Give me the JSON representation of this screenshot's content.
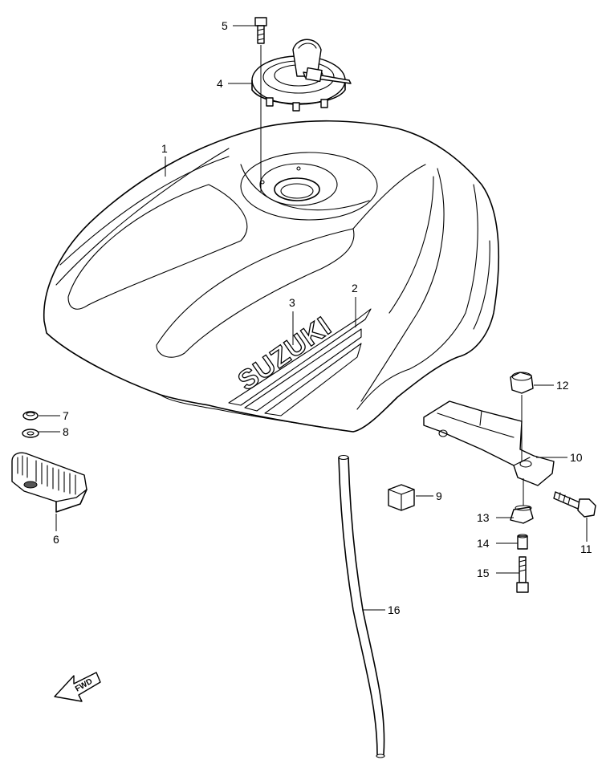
{
  "brand_text": "SUZUKI",
  "direction_label": "FWD",
  "callouts": [
    "1",
    "2",
    "3",
    "4",
    "5",
    "6",
    "7",
    "8",
    "9",
    "10",
    "11",
    "12",
    "13",
    "14",
    "15",
    "16"
  ],
  "parts": [
    {
      "id": "fuel-tank",
      "callout": "1"
    },
    {
      "id": "side-emblem-stripe",
      "callout": "2"
    },
    {
      "id": "suzuki-emblem",
      "callout": "3"
    },
    {
      "id": "fuel-filler-cap",
      "callout": "4"
    },
    {
      "id": "cap-bolt",
      "callout": "5"
    },
    {
      "id": "rubber-cushion",
      "callout": "6"
    },
    {
      "id": "screw",
      "callout": "7"
    },
    {
      "id": "washer",
      "callout": "8"
    },
    {
      "id": "cushion-block",
      "callout": "9"
    },
    {
      "id": "tank-bracket",
      "callout": "10"
    },
    {
      "id": "bracket-bolt",
      "callout": "11"
    },
    {
      "id": "cap-nut",
      "callout": "12"
    },
    {
      "id": "mount-cushion",
      "callout": "13"
    },
    {
      "id": "spacer-collar",
      "callout": "14"
    },
    {
      "id": "mount-bolt",
      "callout": "15"
    },
    {
      "id": "drain-hose",
      "callout": "16"
    }
  ],
  "colors": {
    "line": "#000000",
    "background": "#ffffff"
  }
}
